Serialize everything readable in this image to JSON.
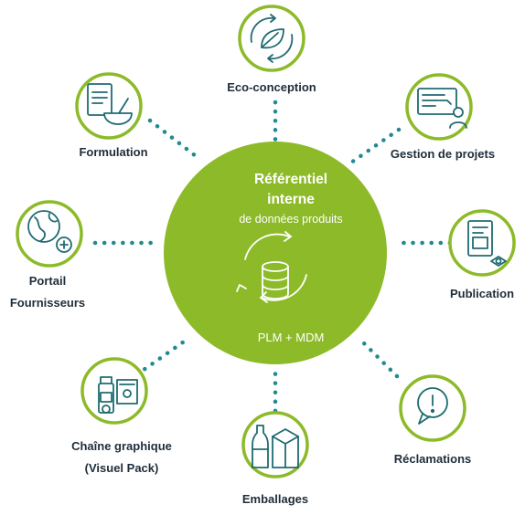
{
  "center": {
    "title_line1": "Référentiel",
    "title_line2": "interne",
    "subtitle": "de données produits",
    "footer": "PLM + MDM"
  },
  "nodes": [
    {
      "id": "eco",
      "label": "Eco-conception",
      "icon": "leaf-cycle-icon"
    },
    {
      "id": "gestion",
      "label": "Gestion de projets",
      "icon": "project-board-icon"
    },
    {
      "id": "publication",
      "label": "Publication",
      "icon": "share-document-icon"
    },
    {
      "id": "reclamations",
      "label": "Réclamations",
      "icon": "alert-message-icon"
    },
    {
      "id": "emballages",
      "label": "Emballages",
      "icon": "packaging-icon"
    },
    {
      "id": "chaine",
      "label_line1": "Chaîne graphique",
      "label_line2": "(Visuel Pack)",
      "icon": "visual-pack-icon"
    },
    {
      "id": "portail",
      "label_line1": "Portail",
      "label_line2": "Fournisseurs",
      "icon": "globe-plus-icon"
    },
    {
      "id": "formulation",
      "label": "Formulation",
      "icon": "recipe-bowl-icon"
    }
  ],
  "colors": {
    "center": "#8dba29",
    "ring": "#8dba29",
    "icon": "#1f6b70",
    "dots": "#1f8b8f",
    "text": "#1f2d3a"
  }
}
